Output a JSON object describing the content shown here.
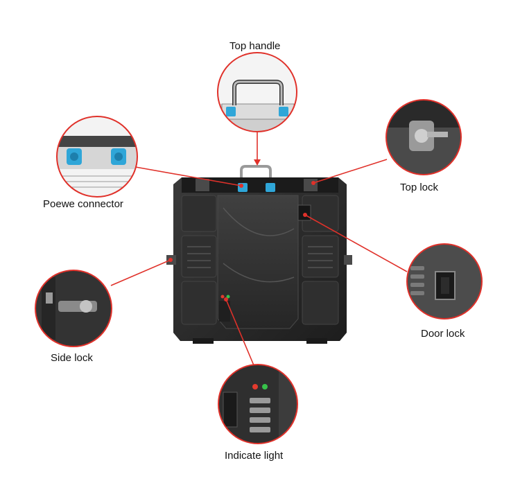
{
  "labels": {
    "top_handle": "Top handle",
    "top_lock": "Top lock",
    "power_connector": "Poewe connector",
    "door_lock": "Door lock",
    "side_lock": "Side lock",
    "indicate_light": "Indicate light"
  },
  "colors": {
    "callout": "#e0312a",
    "cabinet": "#2a2a2a",
    "cabinet_dark": "#1c1c1c",
    "cabinet_panel": "#353535",
    "connector_blue": "#2fa6d8",
    "led_red": "#e33b2e",
    "led_green": "#37c24a"
  }
}
